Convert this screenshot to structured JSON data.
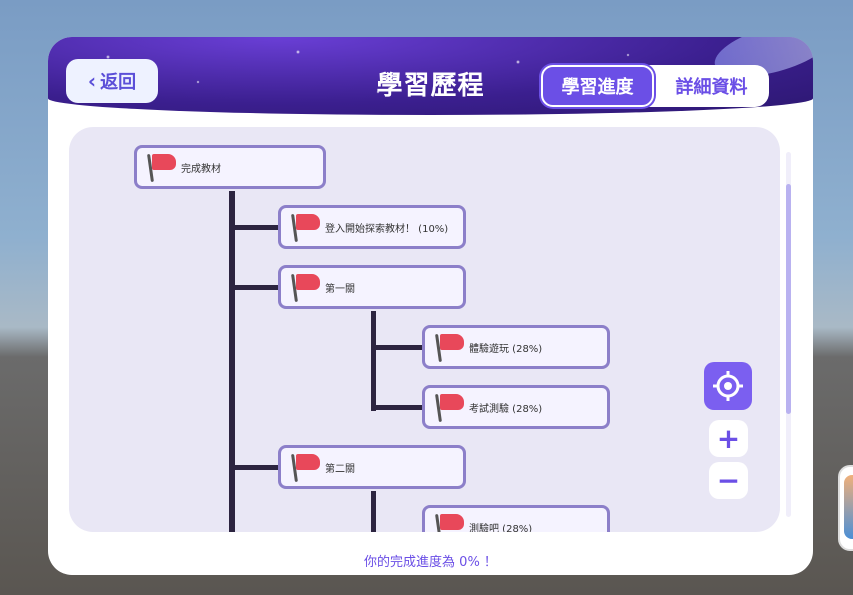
{
  "header": {
    "back_label": "返回",
    "title": "學習歷程",
    "tabs": [
      {
        "label": "學習進度",
        "active": true
      },
      {
        "label": "詳細資料",
        "active": false
      }
    ]
  },
  "tree": {
    "nodes": [
      {
        "label": "完成教材"
      },
      {
        "label": "登入開始探索教材！ (10%)"
      },
      {
        "label": "第一關"
      },
      {
        "label": "體驗遊玩 (28%)"
      },
      {
        "label": "考試測驗 (28%)"
      },
      {
        "label": "第二關"
      },
      {
        "label": "測驗吧 (28%)"
      }
    ]
  },
  "controls": {
    "locate_icon": "crosshair-icon",
    "zoom_in_label": "+",
    "zoom_out_label": "−"
  },
  "footer": {
    "progress_text": "你的完成進度為 0% ！"
  },
  "colors": {
    "accent": "#6b4fe6",
    "flag": "#e8485a",
    "node_border": "#8c7fc9"
  }
}
